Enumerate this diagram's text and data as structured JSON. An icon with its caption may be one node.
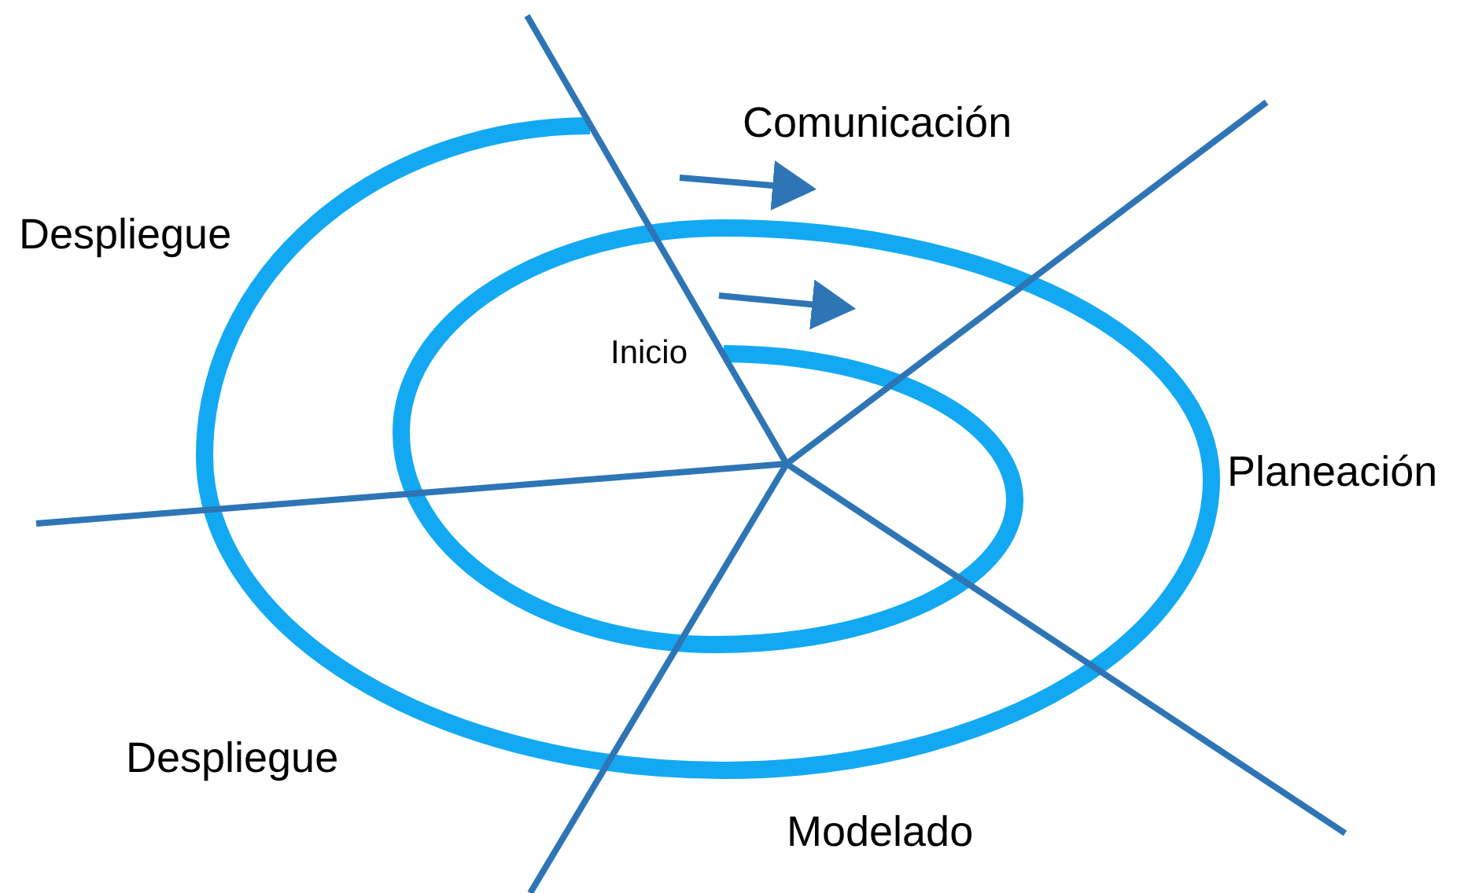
{
  "diagram": {
    "labels": [
      "Comunicación",
      "Despliegue",
      "Inicio",
      "Planeación",
      "Despliegue",
      "Modelado"
    ]
  }
}
